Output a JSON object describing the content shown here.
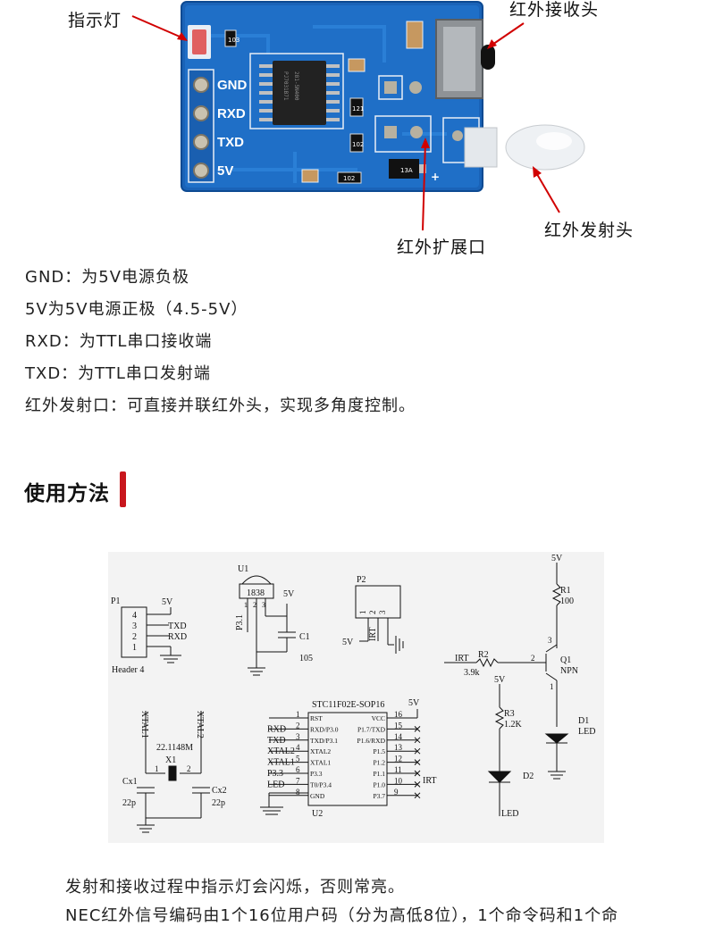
{
  "callouts": {
    "indicator": "指示灯",
    "ir_receiver": "红外接收头",
    "ir_expand": "红外扩展口",
    "ir_emitter": "红外发射头"
  },
  "board_labels": {
    "gnd": "GND",
    "rxd": "RXD",
    "txd": "TXD",
    "v5": "5V",
    "r_top": "103",
    "r_mid1": "121",
    "r_mid2": "102",
    "r_bot": "102",
    "chip_line1": "PJ7031B71",
    "chip_line2": "281-5N400",
    "cap_label": "13A",
    "plus": "+"
  },
  "description": [
    "GND：为5V电源负极",
    "5V为5V电源正极（4.5-5V）",
    "RXD：为TTL串口接收端",
    "TXD：为TTL串口发射端",
    "红外发射口：可直接并联红外头，实现多角度控制。"
  ],
  "section": {
    "title": "使用方法"
  },
  "schematic": {
    "p1": {
      "name": "P1",
      "pins": [
        "4",
        "3",
        "2",
        "1"
      ],
      "net_5v": "5V",
      "txd": "TXD",
      "rxd": "RXD",
      "footprint": "Header 4"
    },
    "u1": {
      "name": "U1",
      "part": "1838",
      "pin1": "1",
      "pin2": "2",
      "pin3": "3",
      "net_5v": "5V",
      "net_p31": "P3.1"
    },
    "c1": {
      "name": "C1",
      "value": "105"
    },
    "p2": {
      "name": "P2",
      "pin1": "1",
      "pin2": "2",
      "pin3": "3",
      "net_5v": "5V",
      "net_irt": "IRT"
    },
    "r1": {
      "name": "R1",
      "value": "100",
      "net_5v": "5V"
    },
    "r2": {
      "name": "R2",
      "value": "3.9k",
      "net_irt": "IRT"
    },
    "q1": {
      "name": "Q1",
      "type": "NPN",
      "pin1": "1",
      "pin2": "2",
      "pin3": "3"
    },
    "d1": {
      "name": "D1",
      "type": "LED"
    },
    "r3": {
      "name": "R3",
      "value": "1.2K",
      "net_5v": "5V"
    },
    "d2": {
      "name": "D2",
      "net_led": "LED"
    },
    "xtal": {
      "xtal1": "XTAL1",
      "xtal2": "XTAL2",
      "freq": "22.1148M",
      "name": "X1",
      "pin1": "1",
      "pin2": "2",
      "cx1": "Cx1",
      "cx2": "Cx2",
      "cval": "22p"
    },
    "u2": {
      "part": "STC11F02E-SOP16",
      "name": "U2",
      "net_5v": "5V",
      "net_irt": "IRT",
      "left_pins": [
        {
          "num": "1",
          "fn": "RST",
          "net": ""
        },
        {
          "num": "2",
          "fn": "RXD/P3.0",
          "net": "RXD"
        },
        {
          "num": "3",
          "fn": "TXD/P3.1",
          "net": "TXD"
        },
        {
          "num": "4",
          "fn": "XTAL2",
          "net": "XTAL2"
        },
        {
          "num": "5",
          "fn": "XTAL1",
          "net": "XTAL1"
        },
        {
          "num": "6",
          "fn": "P3.3",
          "net": "P3.3"
        },
        {
          "num": "7",
          "fn": "T0/P3.4",
          "net": "LED"
        },
        {
          "num": "8",
          "fn": "GND",
          "net": ""
        }
      ],
      "right_pins": [
        {
          "num": "16",
          "fn": "VCC"
        },
        {
          "num": "15",
          "fn": "P1.7/TXD"
        },
        {
          "num": "14",
          "fn": "P1.6/RXD"
        },
        {
          "num": "13",
          "fn": "P1.5"
        },
        {
          "num": "12",
          "fn": "P1.2"
        },
        {
          "num": "11",
          "fn": "P1.1"
        },
        {
          "num": "10",
          "fn": "P1.0"
        },
        {
          "num": "9",
          "fn": "P3.7"
        }
      ]
    }
  },
  "notes": [
    "发射和接收过程中指示灯会闪烁，否则常亮。",
    "NEC红外信号编码由1个16位用户码（分为高低8位），1个命令码和1个命"
  ]
}
